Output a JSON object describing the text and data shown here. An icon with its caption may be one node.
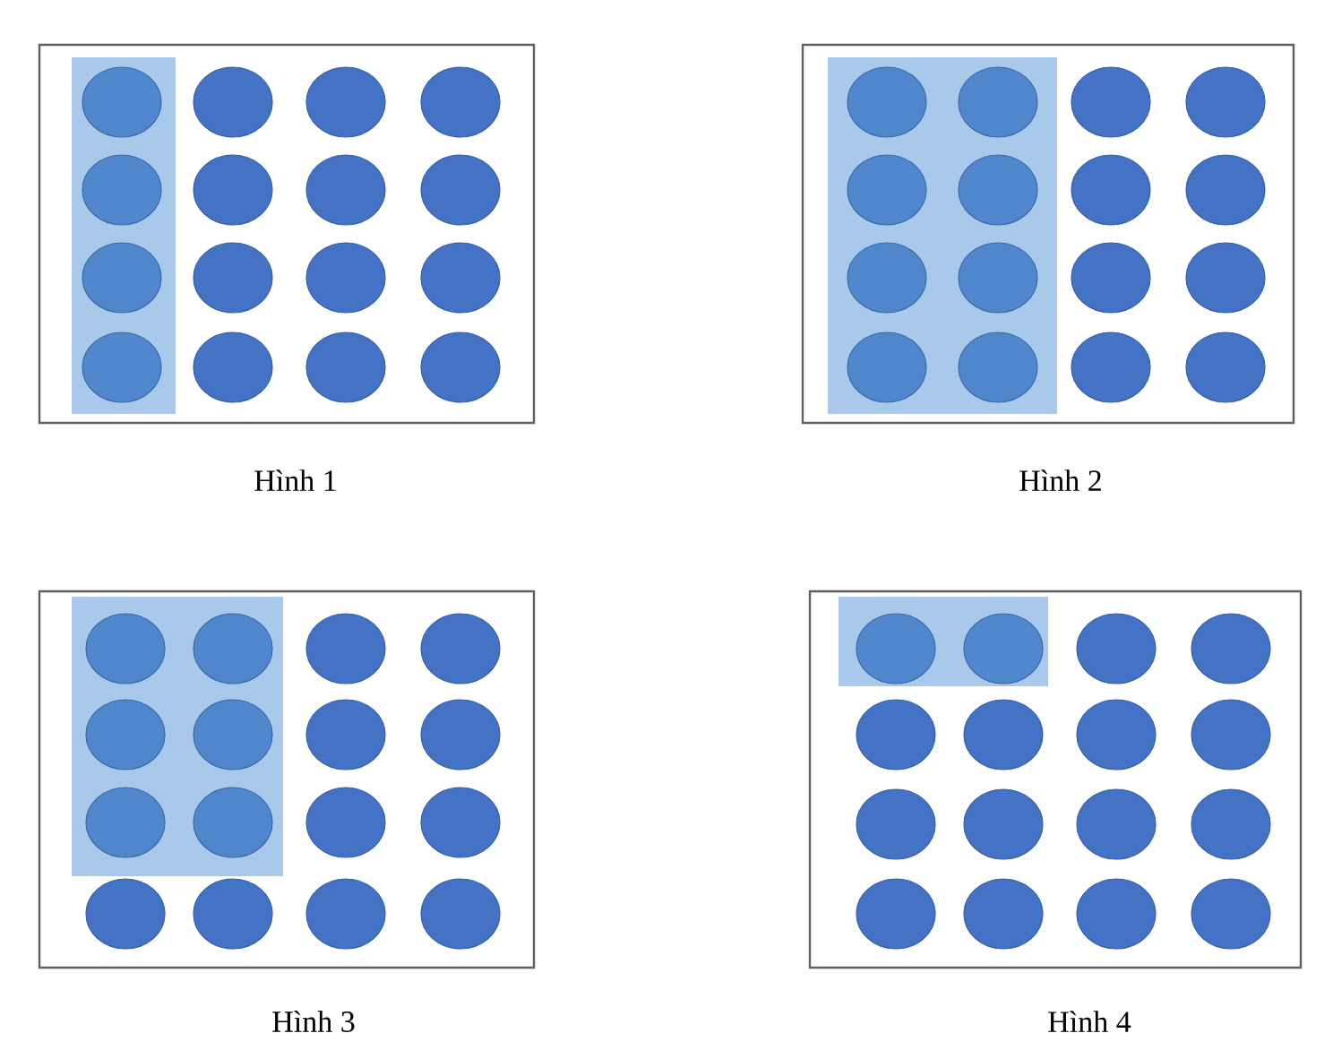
{
  "diagram": {
    "nodes": [
      {
        "text": [
          "Hình 1"
        ]
      },
      {
        "text": [
          "Hình 2"
        ]
      },
      {
        "text": [
          "Hình 3"
        ]
      },
      {
        "text": [
          "Hình 4"
        ]
      }
    ]
  }
}
